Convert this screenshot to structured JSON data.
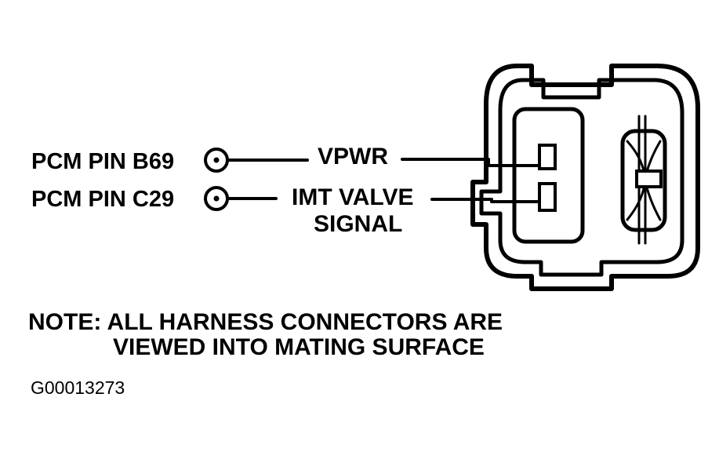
{
  "pins": [
    {
      "label": "PCM PIN B69",
      "signal": "VPWR"
    },
    {
      "label": "PCM PIN C29",
      "signal": "IMT VALVE",
      "signal_line2": "SIGNAL"
    }
  ],
  "note": {
    "line1": "NOTE: ALL HARNESS CONNECTORS ARE",
    "line2": "VIEWED INTO MATING SURFACE"
  },
  "figure_code": "G00013273"
}
